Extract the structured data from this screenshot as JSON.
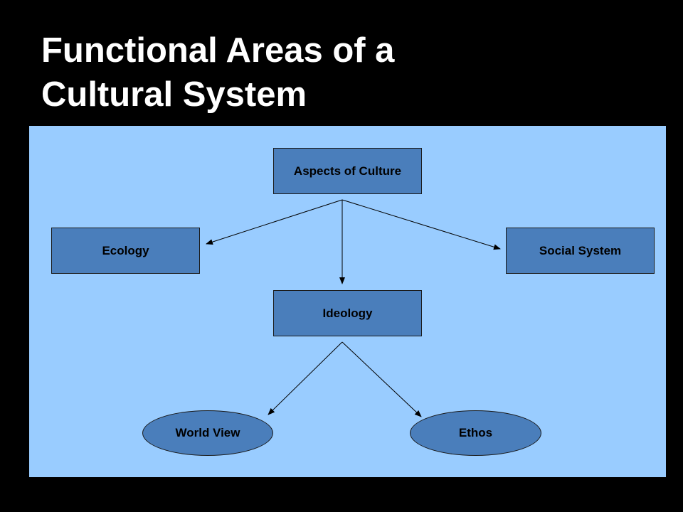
{
  "slide": {
    "title_line1": "Functional Areas of a",
    "title_line2": "Cultural System"
  },
  "diagram": {
    "nodes": {
      "aspects": "Aspects of Culture",
      "ecology": "Ecology",
      "social": "Social System",
      "ideology": "Ideology",
      "worldview": "World View",
      "ethos": "Ethos"
    },
    "colors": {
      "background": "#000000",
      "panel": "#99ccff",
      "node_fill": "#4a7ebb",
      "title_text": "#ffffff"
    }
  }
}
